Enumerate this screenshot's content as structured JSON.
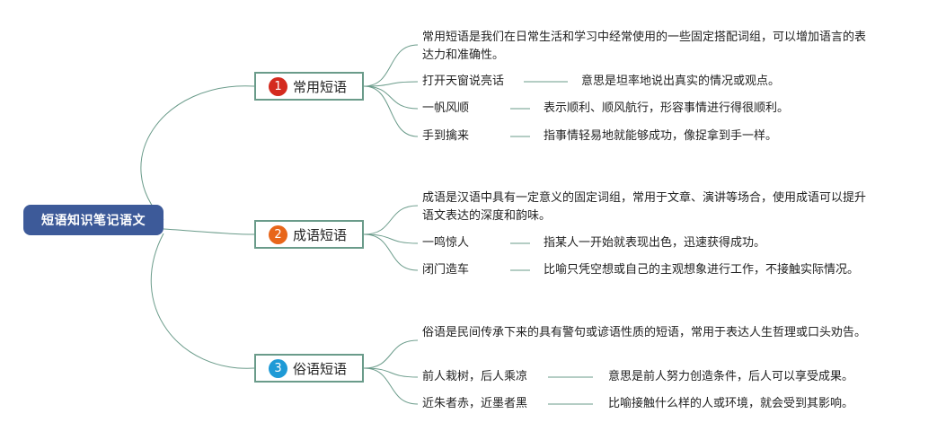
{
  "root": {
    "label": "短语知识笔记语文"
  },
  "branches": [
    {
      "number": "1",
      "label": "常用短语",
      "color": "#d42a1e",
      "description": "常用短语是我们在日常生活和学习中经常使用的一些固定搭配词组，可以增加语言的表达力和准确性。",
      "items": [
        {
          "phrase": "打开天窗说亮话",
          "meaning": "意思是坦率地说出真实的情况或观点。"
        },
        {
          "phrase": "一帆风顺",
          "meaning": "表示顺利、顺风航行，形容事情进行得很顺利。"
        },
        {
          "phrase": "手到擒来",
          "meaning": "指事情轻易地就能够成功，像捉拿到手一样。"
        }
      ]
    },
    {
      "number": "2",
      "label": "成语短语",
      "color": "#e8661a",
      "description": "成语是汉语中具有一定意义的固定词组，常用于文章、演讲等场合，使用成语可以提升语文表达的深度和韵味。",
      "items": [
        {
          "phrase": "一鸣惊人",
          "meaning": "指某人一开始就表现出色，迅速获得成功。"
        },
        {
          "phrase": "闭门造车",
          "meaning": "比喻只凭空想或自己的主观想象进行工作，不接触实际情况。"
        }
      ]
    },
    {
      "number": "3",
      "label": "俗语短语",
      "color": "#1e9ad6",
      "description": "俗语是民间传承下来的具有警句或谚语性质的短语，常用于表达人生哲理或口头劝告。",
      "items": [
        {
          "phrase": "前人栽树，后人乘凉",
          "meaning": "意思是前人努力创造条件，后人可以享受成果。"
        },
        {
          "phrase": "近朱者赤，近墨者黑",
          "meaning": "比喻接触什么样的人或环境，就会受到其影响。"
        }
      ]
    }
  ],
  "line_color": "#6a9b8a"
}
